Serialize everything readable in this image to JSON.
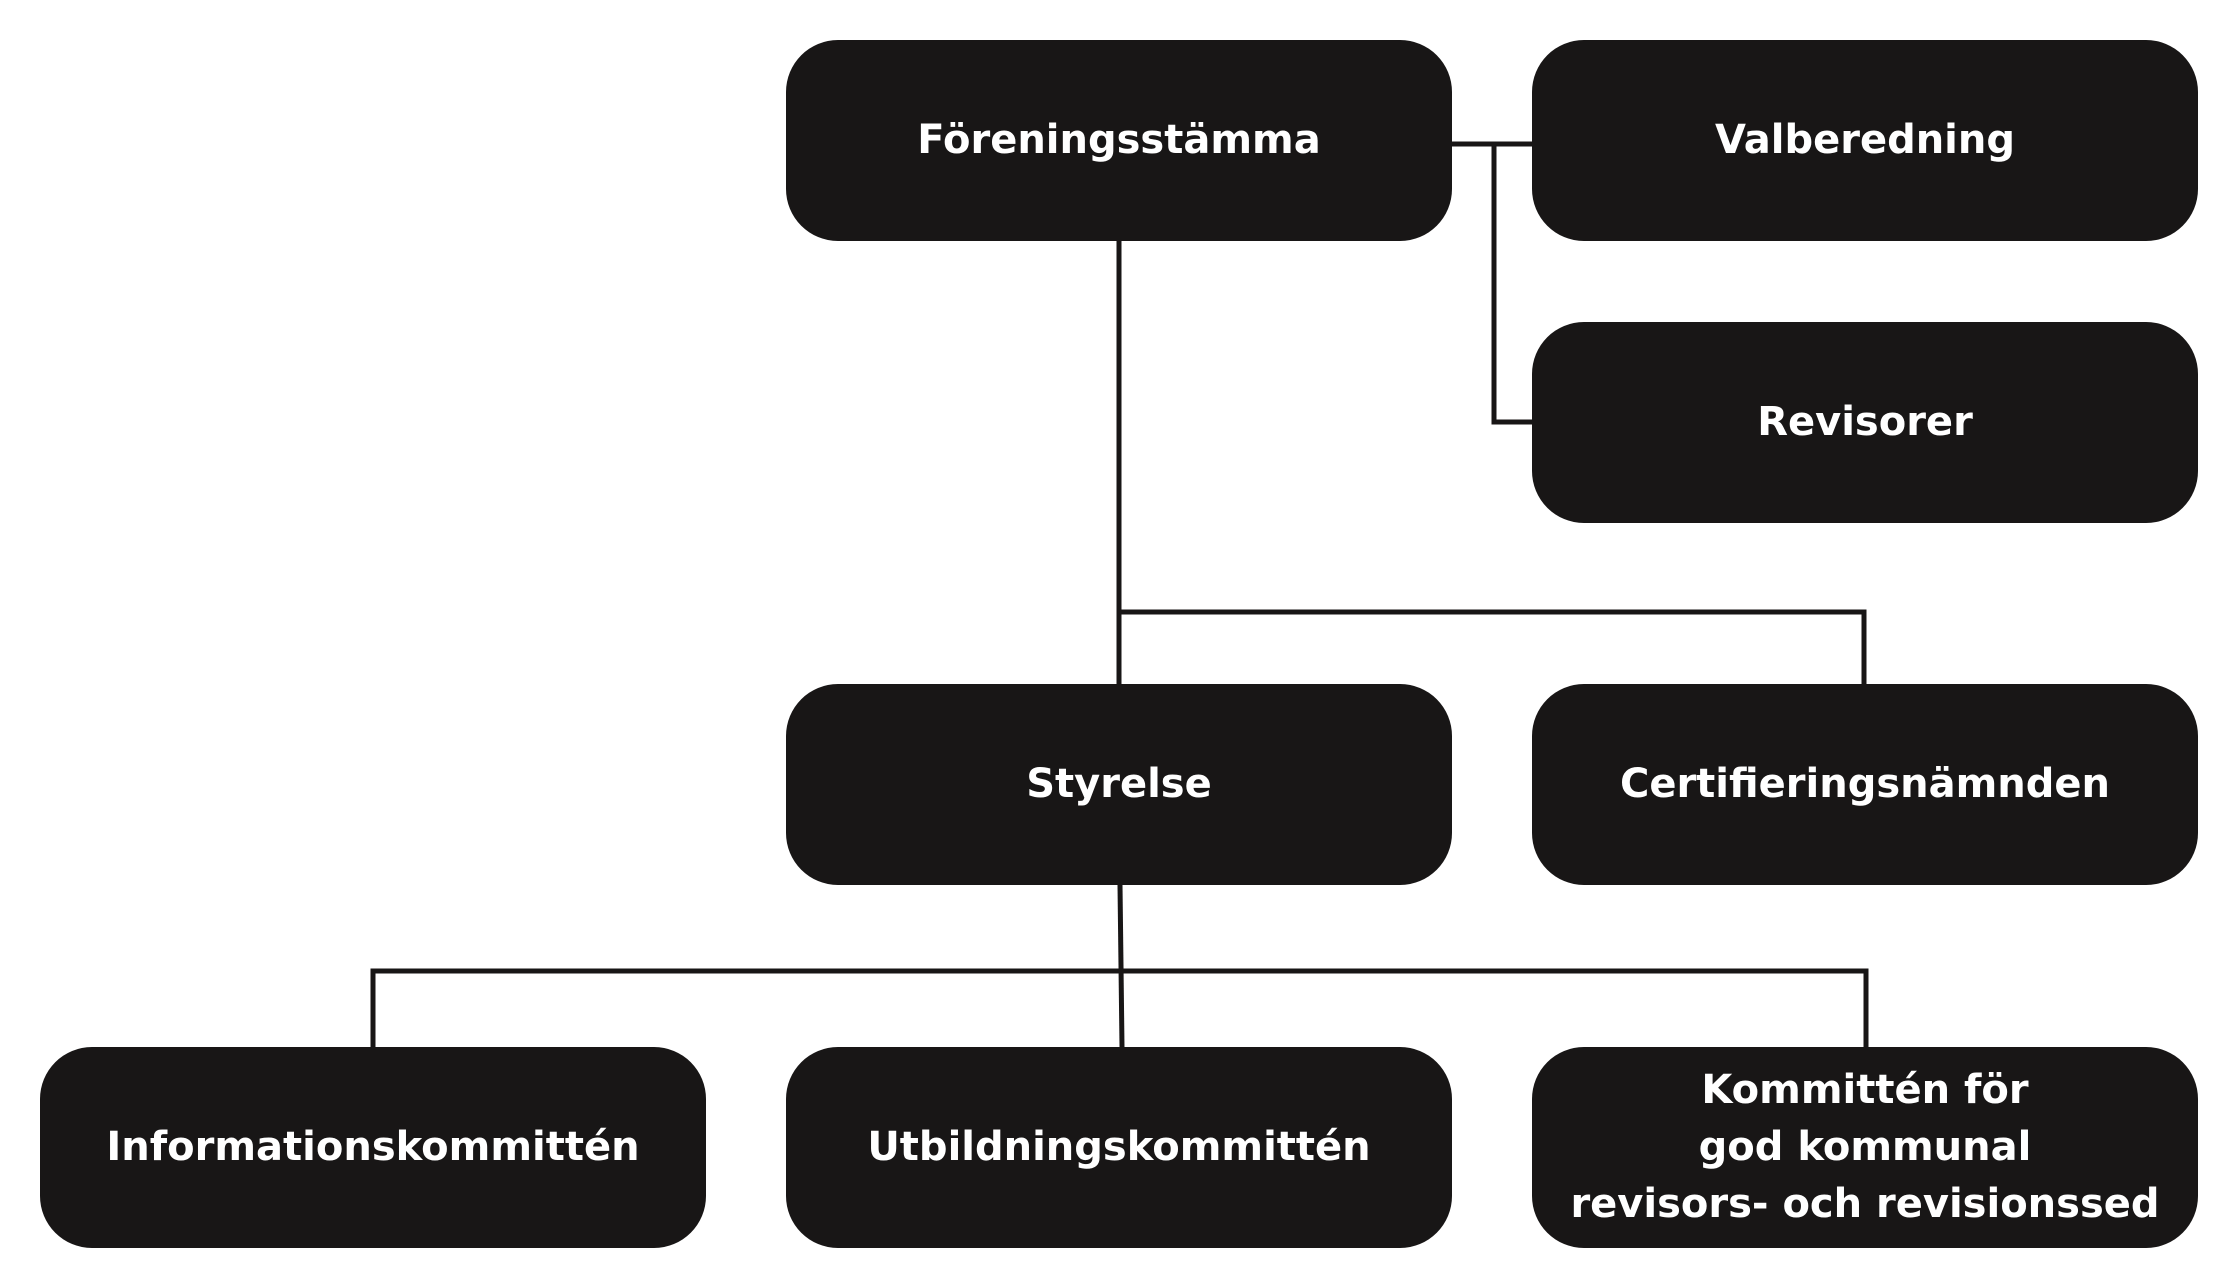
{
  "nodes": {
    "foreningsstamma": "Föreningsstämma",
    "valberedning": "Valberedning",
    "revisorer": "Revisorer",
    "styrelse": "Styrelse",
    "certifieringsnamnden": "Certifieringsnämnden",
    "informationskommitten": "Informationskommittén",
    "utbildningskommitten": "Utbildningskommittén",
    "kommitten_god_sed": [
      "Kommittén för",
      "god kommunal",
      "revisors- och revisionssed"
    ]
  },
  "colors": {
    "box_fill": "#181616",
    "box_text": "#ffffff",
    "connector": "#181616",
    "background": "#ffffff"
  }
}
